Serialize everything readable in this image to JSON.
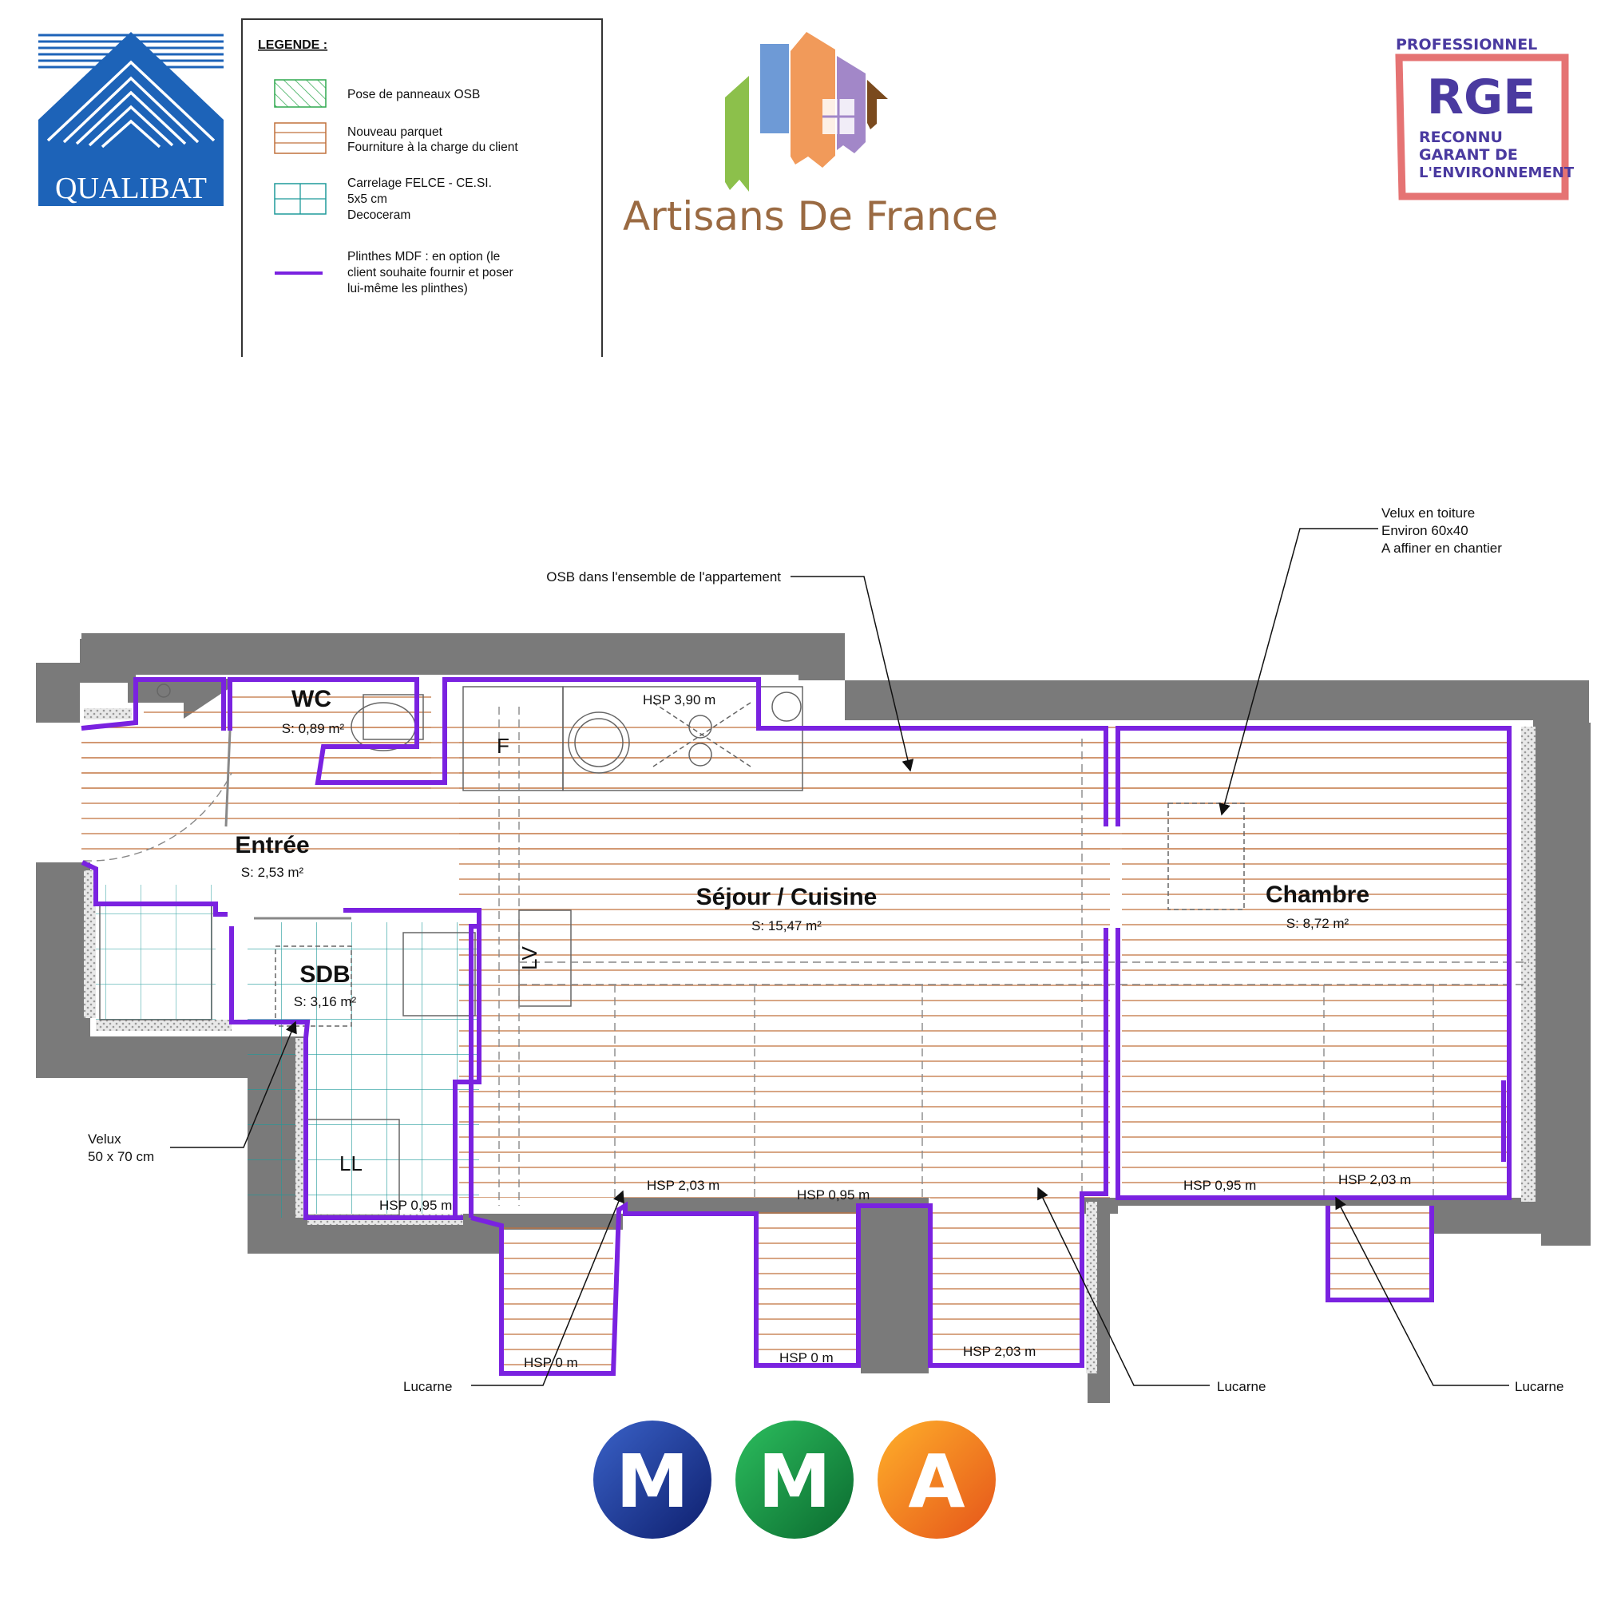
{
  "logos": {
    "qualibat": "QUALIBAT",
    "artisans": "Artisans De France",
    "rge_top": "PROFESSIONNEL",
    "rge_main": "RGE",
    "rge_line1": "RECONNU",
    "rge_line2": "GARANT DE",
    "rge_line3": "L'ENVIRONNEMENT",
    "mma": [
      "M",
      "M",
      "A"
    ]
  },
  "colors": {
    "wall": "#7a7a7a",
    "plinth": "#7a22e0",
    "parquet": "#c0703c",
    "osb": "#2fa84f",
    "tile": "#1e9a9a",
    "qualibat": "#1d63b8"
  },
  "legend": {
    "title": "LEGENDE :",
    "items": [
      {
        "swatch": "osb-hatch",
        "lines": [
          "Pose de panneaux OSB"
        ]
      },
      {
        "swatch": "parquet-lines",
        "lines": [
          "Nouveau parquet",
          "Fourniture à la charge du client"
        ]
      },
      {
        "swatch": "tile-grid",
        "lines": [
          "Carrelage FELCE - CE.SI.",
          "5x5 cm",
          "Decoceram"
        ]
      },
      {
        "swatch": "plinth-line",
        "lines": [
          "Plinthes MDF : en option (le",
          "client souhaite fournir et poser",
          "lui-même les plinthes)"
        ]
      }
    ]
  },
  "rooms": {
    "wc": {
      "name": "WC",
      "area": "S: 0,89 m²"
    },
    "entree": {
      "name": "Entrée",
      "area": "S: 2,53 m²"
    },
    "sdb": {
      "name": "SDB",
      "area": "S: 3,16 m²"
    },
    "sejour": {
      "name": "Séjour / Cuisine",
      "area": "S: 15,47 m²"
    },
    "chambre": {
      "name": "Chambre",
      "area": "S: 8,72 m²"
    }
  },
  "fixtures": {
    "fridge": "F",
    "dishwasher": "LV",
    "washer": "LL"
  },
  "hsp": {
    "kitchen": "HSP 3,90 m",
    "sdb": "HSP 0,95 m",
    "lucarne1_top": "HSP 2,03 m",
    "sejour_mid": "HSP 0,95 m",
    "lucarne1_bottom": "HSP 0 m",
    "lucarne2_bottom": "HSP 0 m",
    "lucarne3_bottom": "HSP 2,03 m",
    "chambre_low": "HSP 0,95 m",
    "chambre_high": "HSP 2,03 m"
  },
  "annotations": {
    "osb": "OSB dans l'ensemble de l'appartement",
    "velux_roof": [
      "Velux en toiture",
      "Environ 60x40",
      "A affiner en chantier"
    ],
    "velux_sdb": [
      "Velux",
      "50 x 70 cm"
    ],
    "lucarne": "Lucarne"
  }
}
